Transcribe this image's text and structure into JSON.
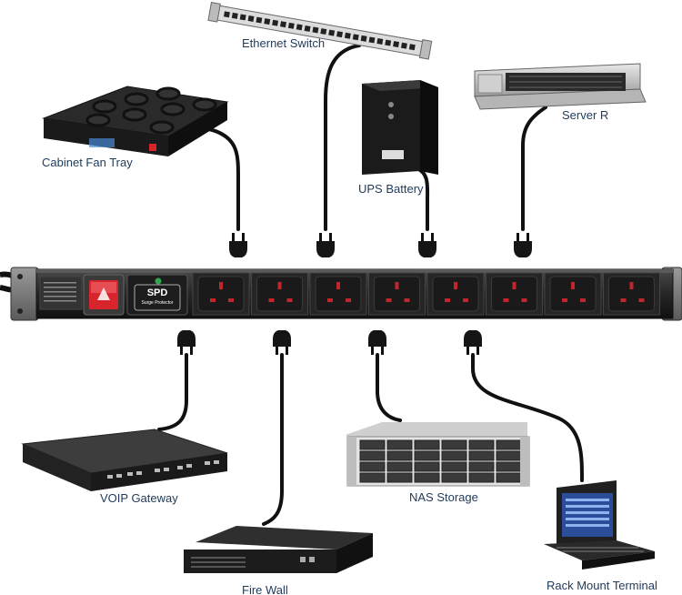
{
  "devices": {
    "ethernet_switch": "Ethernet Switch",
    "cabinet_fan_tray": "Cabinet Fan Tray",
    "ups_battery": "UPS Battery",
    "server": "Server R",
    "voip_gateway": "VOIP Gateway",
    "nas_storage": "NAS Storage",
    "fire_wall": "Fire Wall",
    "rack_mount_terminal": "Rack Mount Terminal"
  },
  "pdu": {
    "spd_title": "SPD",
    "spd_subtitle": "Surge Protector",
    "socket_count": 8
  },
  "colors": {
    "label": "#1f3a5a",
    "pdu_body": "#2b2b2b",
    "switch_red": "#d8252b",
    "spd_led": "#2fa84f",
    "socket_pin": "#c0262b"
  }
}
